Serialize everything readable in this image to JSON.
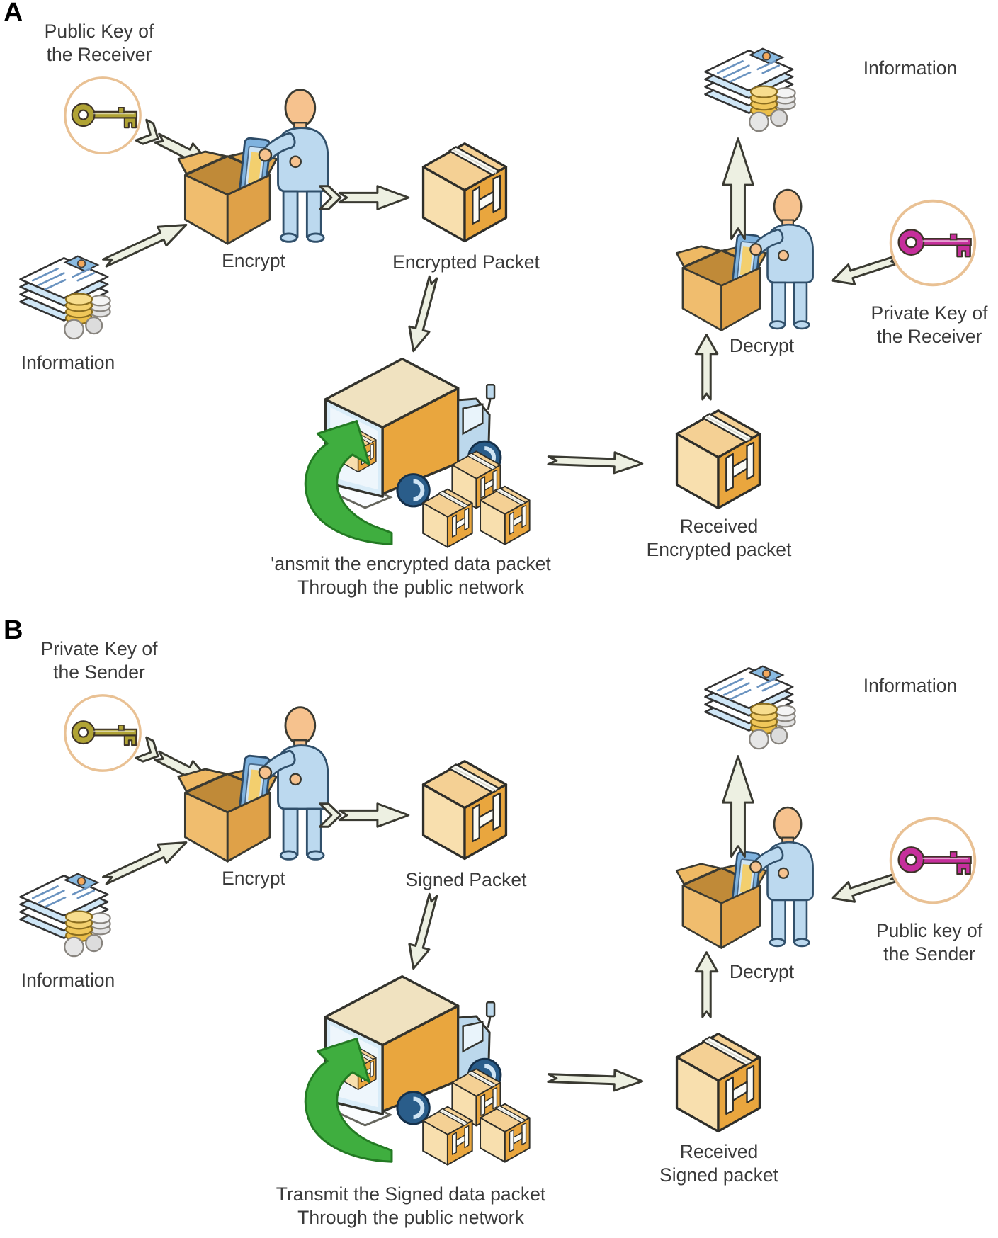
{
  "colors": {
    "background": "#ffffff",
    "label_text": "#3a3a3a",
    "arrow_fill": "#edf0e2",
    "arrow_outline": "#3a3a32",
    "carton_orange": "#e9a63e",
    "carton_cream": "#f8dfae",
    "tape_white": "#fbfbf6",
    "person_blue": "#bcd9ef",
    "skin_tone": "#f6c28e",
    "truck_cab_blue": "#bcd8ec",
    "truck_interior_blue": "#d9ecf8",
    "wheel_blue": "#2a5d8a",
    "gold_key": "#b0a335",
    "magenta_key": "#c62f9c",
    "key_ring_circle": "#e9c194",
    "green_arrow": "#3fae3f",
    "coin_gold": "#f0c75a",
    "coin_silver": "#dcdcdc"
  },
  "icons": {
    "key-icon": "antique key inside tan circle",
    "information-icon": "stack of documents with gold and silver coins",
    "encrypt-icon": "person placing device into open cardboard box",
    "decrypt-icon": "person taking device out of open cardboard box",
    "packet-icon": "sealed cardboard box with white H-shaped tape",
    "truck-icon": "delivery truck being loaded with packages",
    "load-arrow-icon": "curved green arrow into truck",
    "flow-arrow-icon": "outlined block arrow"
  },
  "panel_a": {
    "letter": "A",
    "key_source": {
      "line1": "Public Key of",
      "line2": "the Receiver"
    },
    "info_input_label": "Information",
    "encrypt_label": "Encrypt",
    "packet_label": "Encrypted Packet",
    "transmit": {
      "line1": "'ansmit the encrypted data packet",
      "line2": "Through the public network"
    },
    "received": {
      "line1": "Received",
      "line2": "Encrypted packet"
    },
    "decrypt_label": "Decrypt",
    "key_dest": {
      "line1": "Private Key of",
      "line2": "the Receiver"
    },
    "info_output_label": "Information"
  },
  "panel_b": {
    "letter": "B",
    "key_source": {
      "line1": "Private Key of",
      "line2": "the Sender"
    },
    "info_input_label": "Information",
    "encrypt_label": "Encrypt",
    "packet_label": "Signed Packet",
    "transmit": {
      "line1": "Transmit the Signed data packet",
      "line2": "Through the public network"
    },
    "received": {
      "line1": "Received",
      "line2": "Signed packet"
    },
    "decrypt_label": "Decrypt",
    "key_dest": {
      "line1": "Public key of",
      "line2": "the Sender"
    },
    "info_output_label": "Information"
  }
}
